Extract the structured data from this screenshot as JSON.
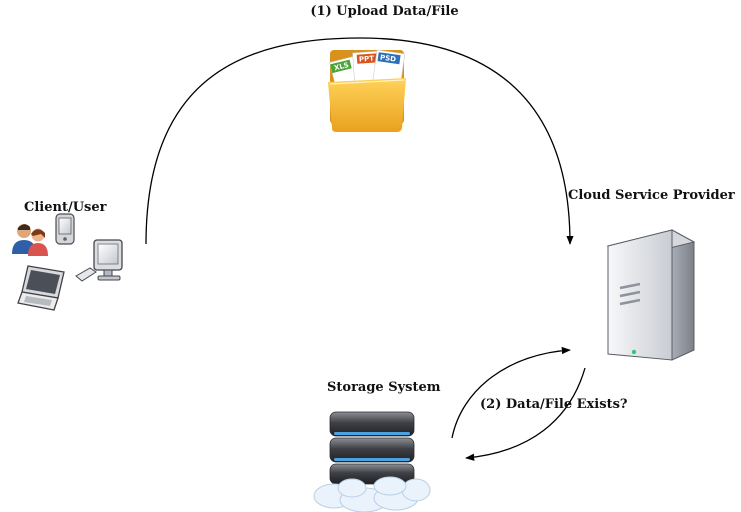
{
  "labels": {
    "upload": "(1) Upload Data/File",
    "client": "Client/User",
    "cloud": "Cloud Service Provider",
    "storage": "Storage System",
    "exists": "(2) Data/File Exists?"
  },
  "folder_tabs": [
    "XLS",
    "PPT",
    "PSD"
  ],
  "icons": {
    "client_group": [
      "users-icon",
      "pda-icon",
      "desktop-computer-icon",
      "laptop-icon"
    ],
    "folder": "folder-icon",
    "server": "server-tower-icon",
    "storage": "database-cloud-icon"
  },
  "colors": {
    "arrow": "#000000",
    "folder": "#f2b431",
    "server_body": "#e4e6ea",
    "storage_metal": "#55575c",
    "storage_glow": "#4aa3e0"
  }
}
